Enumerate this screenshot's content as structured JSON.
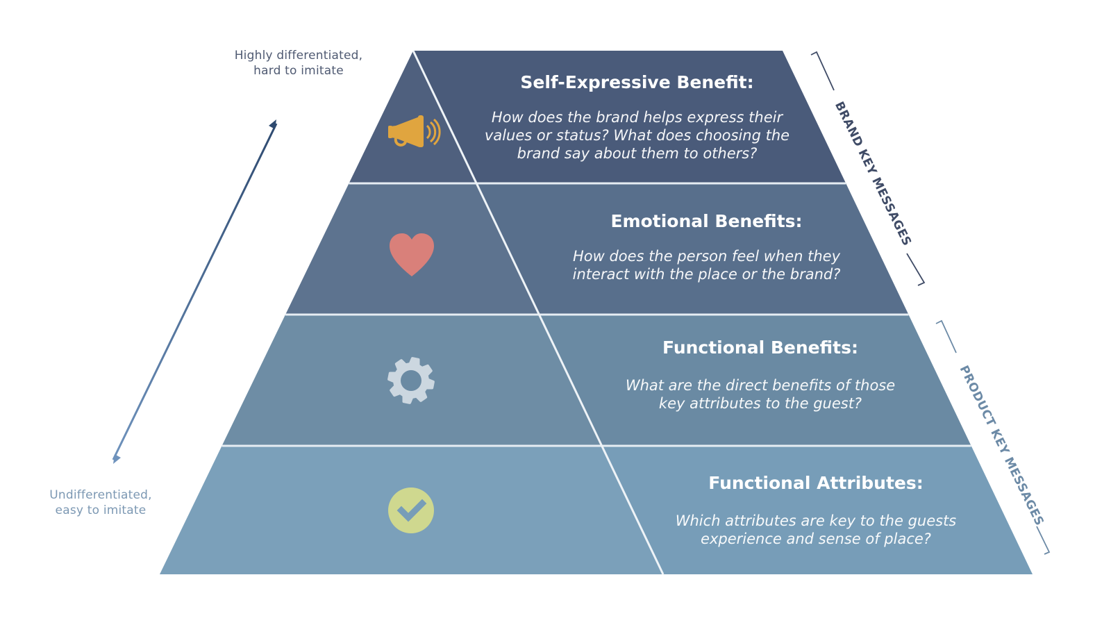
{
  "side_labels": {
    "top": [
      "Highly differentiated,",
      "hard to imitate"
    ],
    "bottom": [
      "Undifferentiated,",
      "easy to imitate"
    ]
  },
  "layers": [
    {
      "title": "Self-Expressive Benefit:",
      "description": [
        "How does the brand helps express their",
        "values or status? What does choosing the",
        "brand say about them to others?"
      ],
      "icon": "megaphone-icon",
      "color": "#4a5b7a",
      "icon_color": "#e0a53f"
    },
    {
      "title": "Emotional Benefits:",
      "description": [
        "How does the person feel when they",
        "interact with the place or the brand?"
      ],
      "icon": "heart-icon",
      "color": "#586f8c",
      "icon_color": "#d9807a"
    },
    {
      "title": "Functional Benefits:",
      "description": [
        "What are the direct benefits of those",
        "key attributes to the guest?"
      ],
      "icon": "gear-icon",
      "color": "#6a8aa3",
      "icon_color": "#ccd7e0"
    },
    {
      "title": "Functional Attributes:",
      "description": [
        "Which attributes are key to the guests",
        "experience and sense of place?"
      ],
      "icon": "check-circle-icon",
      "color": "#779db8",
      "icon_color": "#cfd88f"
    }
  ],
  "brackets": {
    "brand": {
      "label": "BRAND KEY MESSAGES",
      "color": "#3f4b66"
    },
    "product": {
      "label": "PRODUCT KEY MESSAGES",
      "color": "#6c8aa6"
    }
  },
  "arrow": {
    "color_top": "#2e4a70",
    "color_bottom": "#6f93bd"
  }
}
